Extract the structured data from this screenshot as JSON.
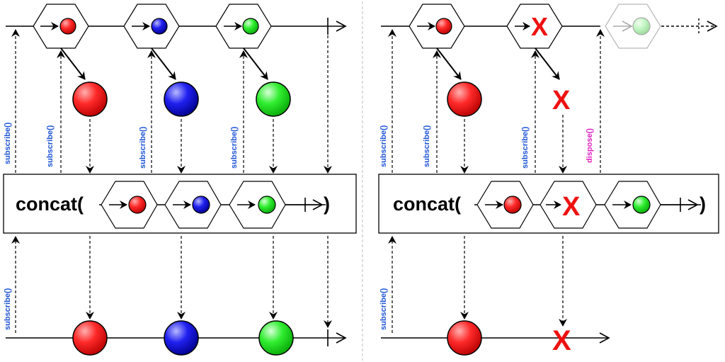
{
  "left_panel": {
    "subscribe_labels": [
      "subscribe()",
      "subscribe()",
      "subscribe()",
      "subscribe()",
      "subscribe()"
    ],
    "concat_label": "concat(",
    "concat_close": ")"
  },
  "right_panel": {
    "subscribe_labels": [
      "subscribe()",
      "subscribe()",
      "subscribe()",
      "subscribe()"
    ],
    "dispose_label": "dispose()",
    "concat_label": "concat(",
    "concat_close": ")",
    "cancel_mark": "X"
  },
  "colors": {
    "red": "#ee1111",
    "blue": "#1a1ad8",
    "green": "#22dd22",
    "subscribe_text": "#1f55d6",
    "dispose_text": "#e020c0",
    "divider": "#bbbbbb"
  }
}
